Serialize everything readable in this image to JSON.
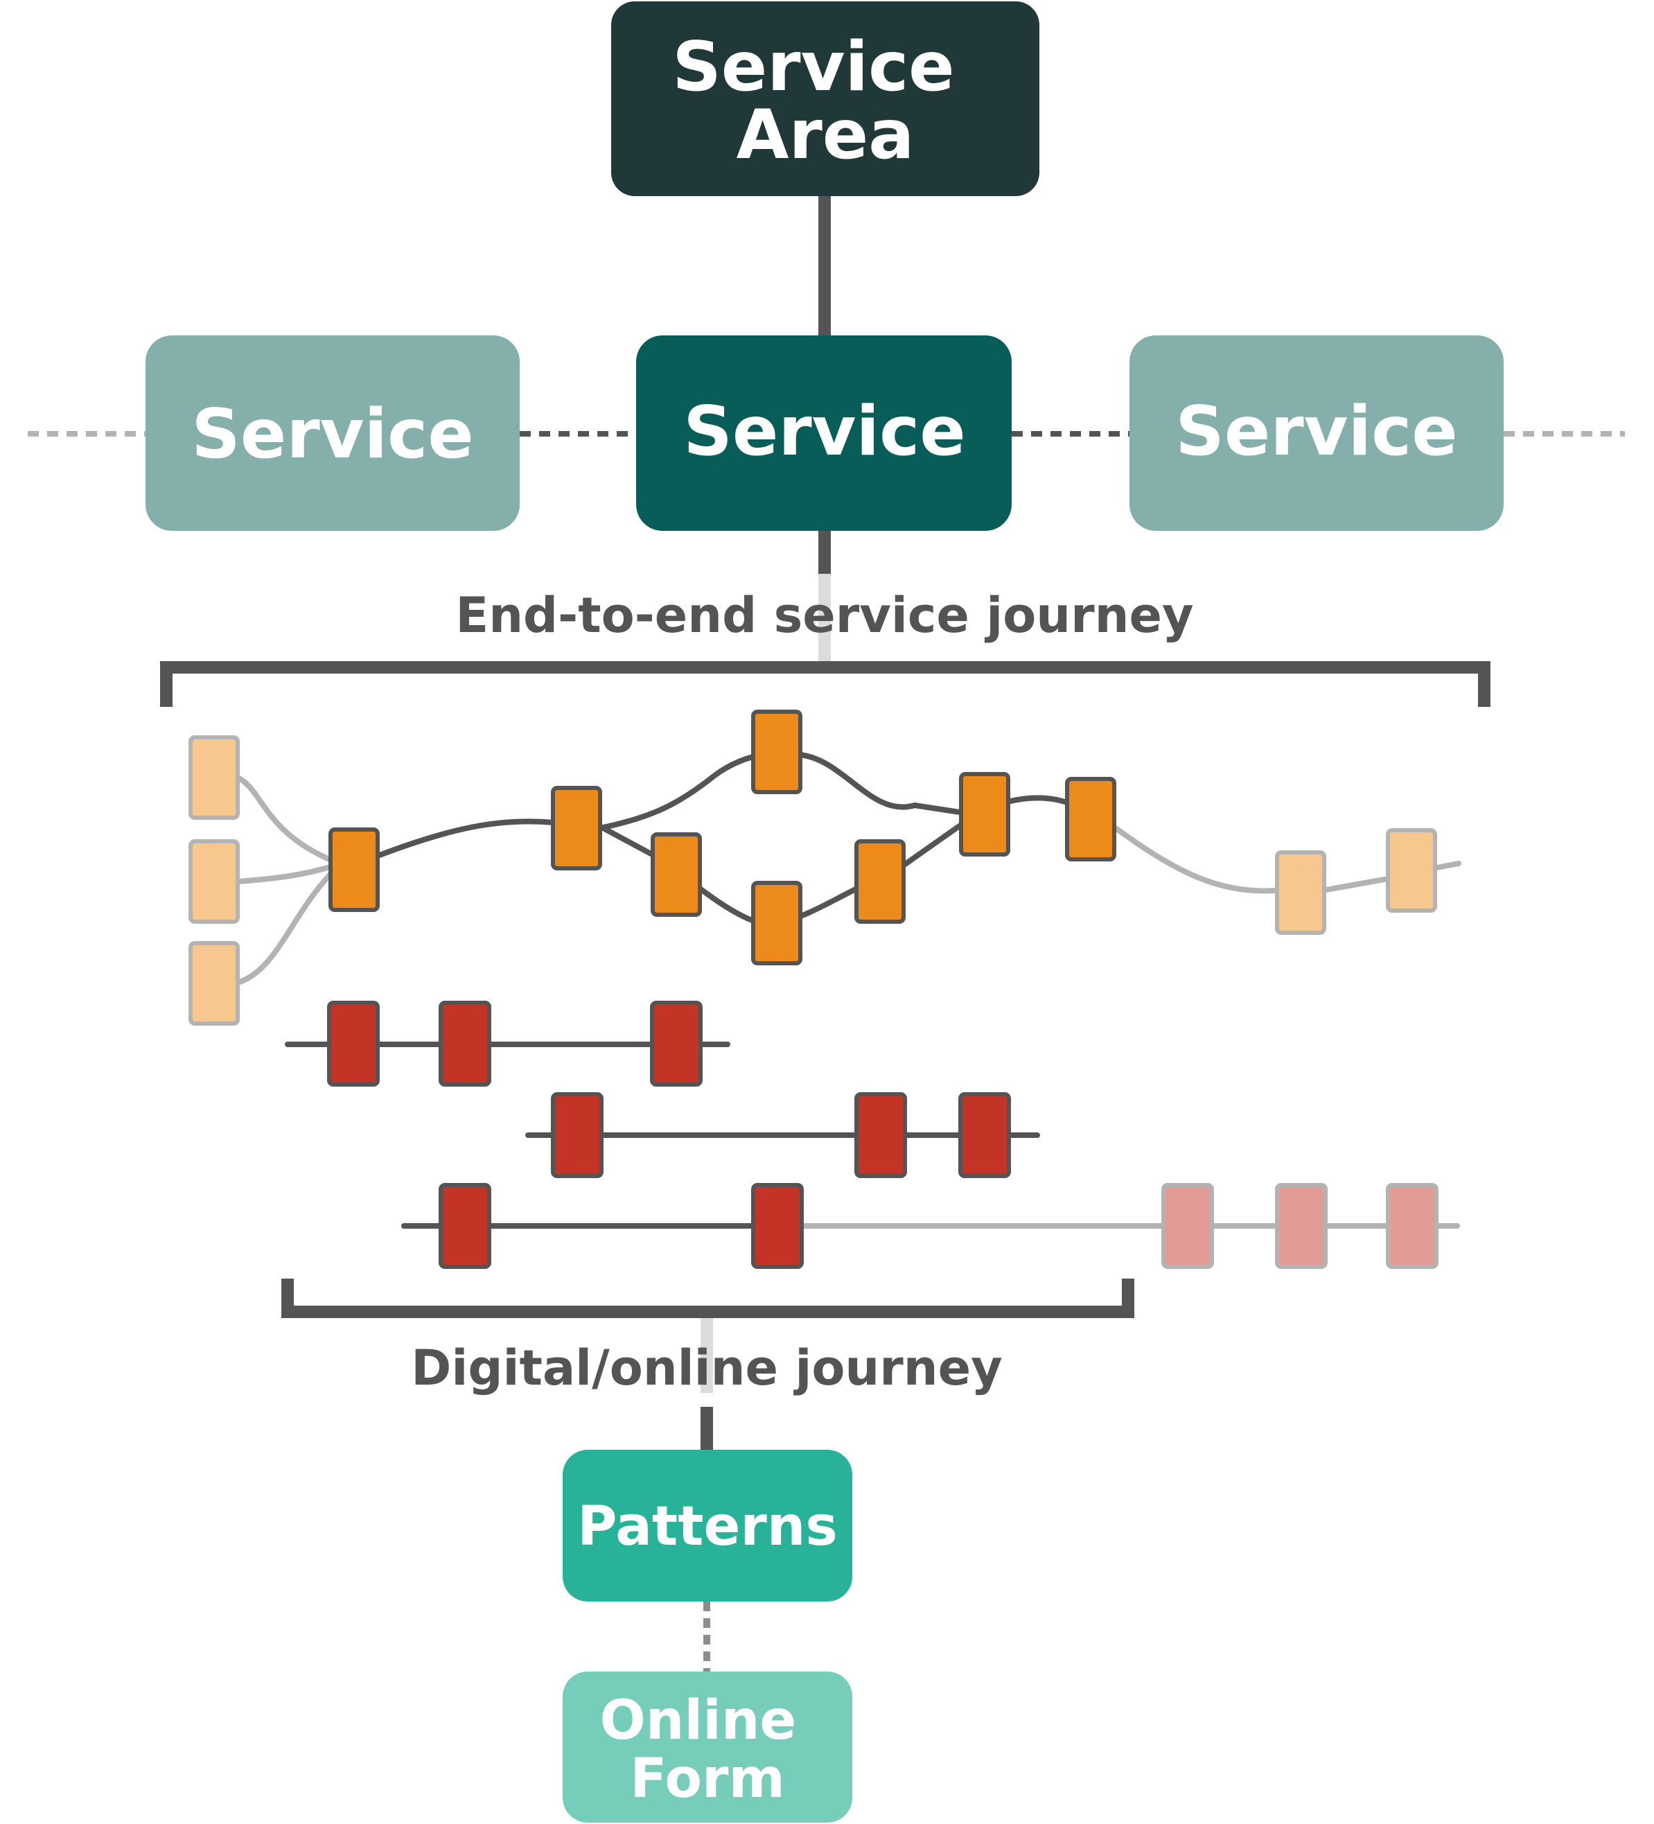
{
  "service_area": {
    "line1": "Service",
    "line2": "Area"
  },
  "services": [
    {
      "label": "Service",
      "state": "inactive"
    },
    {
      "label": "Service",
      "state": "active"
    },
    {
      "label": "Service",
      "state": "inactive"
    }
  ],
  "end_to_end_label": "End-to-end service journey",
  "digital_label": "Digital/online journey",
  "patterns": {
    "label": "Patterns"
  },
  "online_form": {
    "line1": "Online",
    "line2": "Form"
  },
  "colors": {
    "service_area": "#203837",
    "service_active": "#085d59",
    "service_inactive": "#84afab",
    "patterns": "#28b298",
    "online_form": "#75cdba",
    "journey_step": "#ec8b19",
    "journey_step_faded": "#f6c88d",
    "digital_step": "#c43426",
    "digital_step_faded": "#e39c95",
    "connector": "#545454",
    "connector_faded": "#b3b3b3"
  }
}
